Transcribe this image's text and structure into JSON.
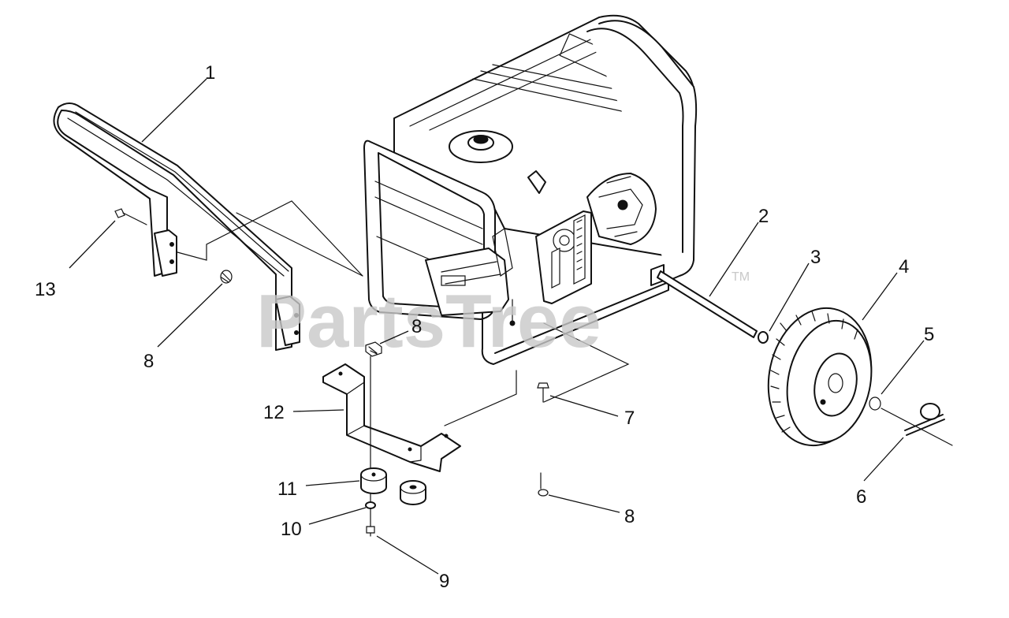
{
  "watermark": {
    "text": "PartsTree",
    "trademark": "TM"
  },
  "callouts": [
    {
      "id": "c1",
      "text": "1"
    },
    {
      "id": "c2",
      "text": "2"
    },
    {
      "id": "c3",
      "text": "3"
    },
    {
      "id": "c4",
      "text": "4"
    },
    {
      "id": "c5",
      "text": "5"
    },
    {
      "id": "c6",
      "text": "6"
    },
    {
      "id": "c7",
      "text": "7"
    },
    {
      "id": "c8a",
      "text": "8"
    },
    {
      "id": "c8b",
      "text": "8"
    },
    {
      "id": "c8c",
      "text": "8"
    },
    {
      "id": "c9",
      "text": "9"
    },
    {
      "id": "c10",
      "text": "10"
    },
    {
      "id": "c11",
      "text": "11"
    },
    {
      "id": "c12",
      "text": "12"
    },
    {
      "id": "c13",
      "text": "13"
    }
  ]
}
